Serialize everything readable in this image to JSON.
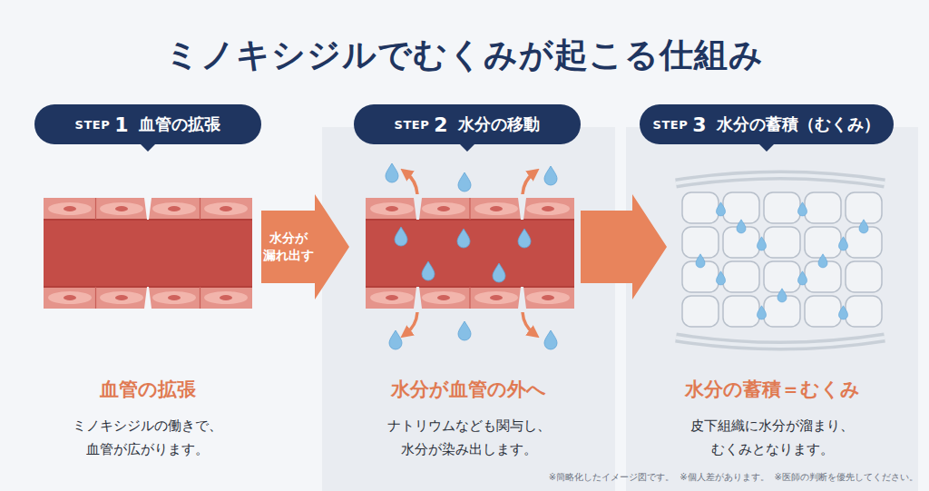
{
  "diagram": {
    "title": "ミノキシジルでむくみが起こる仕組み",
    "nodes": [
      {
        "text": [
          "血管の拡張",
          "ミノキシジルの働きで、 血管が広がります。"
        ]
      },
      {
        "text": [
          "STEP",
          "1",
          "血管の拡張"
        ],
        "in": 0
      },
      {
        "text": [
          "水分が血管の外へ",
          "ナトリウムなども関与し、 水分が染み出します。"
        ]
      },
      {
        "text": [
          "STEP",
          "2",
          "水分の移動"
        ],
        "in": 2
      },
      {
        "text": [
          "水分の蓄積＝むくみ",
          "皮下組織に水分が溜まり、 むくみとなります。"
        ]
      },
      {
        "text": [
          "STEP",
          "3",
          "水分の蓄積（むくみ）"
        ],
        "in": 4
      }
    ],
    "edges": [
      {
        "from": 0,
        "to": 2,
        "arrow": "to",
        "label": "水分が 漏れ出す"
      },
      {
        "from": 2,
        "to": 4,
        "arrow": "to"
      }
    ],
    "labels": [
      "※簡略化したイメージ図です。",
      "※個人差があります。",
      "※医師の判断を優先してください。"
    ]
  }
}
